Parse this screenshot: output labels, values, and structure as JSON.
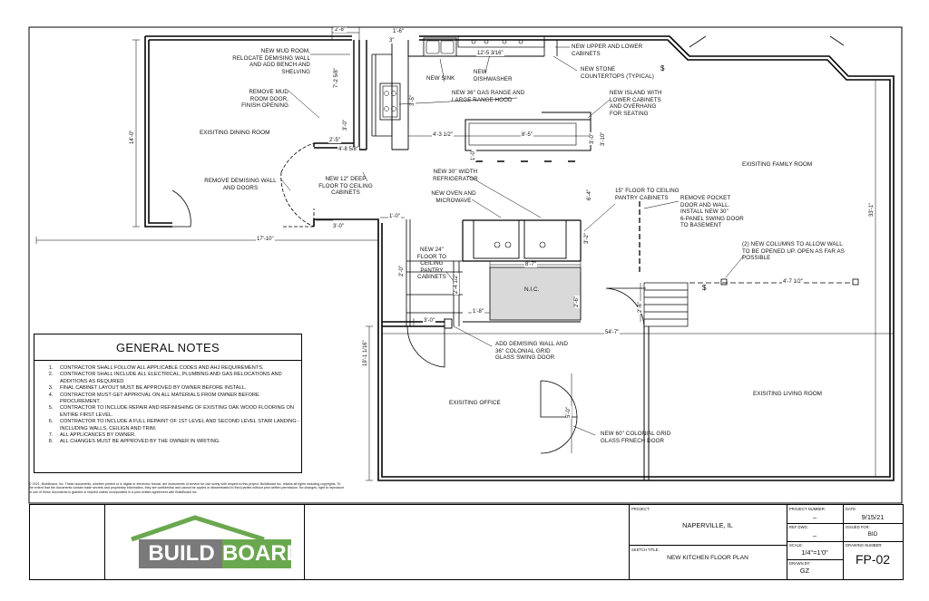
{
  "rooms": {
    "dining": "EXISITING DINING ROOM",
    "family": "EXISITING FAMILY ROOM",
    "office": "EXISITING OFFICE",
    "living": "EXISITING LIVING ROOM",
    "nic": "N.I.C."
  },
  "labels": {
    "mud_room": "NEW MUD ROOM,\nRELOCATE DEMISING WALL\nAND ADD BENCH AND\nSHELVING",
    "remove_mud_door": "REMOVE MUD\nROOM DOOR,\nFINISH OPENING",
    "remove_demising": "REMOVE DEMISING WALL\nAND DOORS",
    "deep_cabinets": "NEW 12\" DEEP\nFLOOR TO CEILING\nCABINETS",
    "new_sink": "NEW SINK",
    "new_dishwasher": "NEW\nDISHWASHER",
    "gas_range": "NEW 36\" GAS RANGE AND\nLARGE RANGE HOOD",
    "upper_lower": "NEW UPPER AND LOWER\nCABINETS",
    "stone_counters": "NEW STONE\nCOUNTERTOPS (TYPICAL)",
    "new_island": "NEW ISLAND WITH\nLOWER CABINETS\nAND  OVERHANG\nFOR SEATING",
    "refrigerator": "NEW 30\" WIDTH\nREFRIGERATOR",
    "oven_micro": "NEW OVEN AND\nMICROWAVE",
    "pantry_15": "15\" FLOOR TO CEILING\nPANTRY CABINETS",
    "pantry_24": "NEW 24\"\nFLOOR TO\nCEILING\nPANTRY\nCABINETS",
    "pocket_door": "REMOVE POCKET\nDOOR AND WALL.\nINSTALL NEW 30\"\n6-PANEL SWING DOOR\nTO BASEMENT",
    "columns": "(2)  NEW COLUMNS TO ALLOW WALL\n     TO  BE OPENED UP.  OPEN AS FAR AS\n     POSSIBLE",
    "demising_door": "ADD DEMISING WALL AND\n36\" COLONIAL GRID\nGLASS SWING DOOR",
    "french_door": "NEW 60\" COLONIAL GRID\nGLASS FRNECH DOOR"
  },
  "dims": {
    "d1": "2'-8\"",
    "d2": "1'-6\"",
    "d3": "3\"",
    "d4": "12'-5 3/16\"",
    "d5": "7'-2 5/8\"",
    "d6": "3'-0\"",
    "d7": "3'-5\"",
    "d8": "2'-5\"",
    "d9": "4'-8 5/8\"",
    "d10": "4'-3 1/2\"",
    "d11": "8'-5\"",
    "d12": "3'-0\"",
    "d13": "3'-10\"",
    "d14": "1'-0\"",
    "d15": "14'-0\"",
    "d16": "3'-0\"",
    "d17": "1'-0\"",
    "d18": "17'-10\"",
    "d19": "6'-4\"",
    "d20": "3'-2\"",
    "d21": "2'-0\"",
    "d22": "8'-7\"",
    "d23": "2'-4 1/2\"",
    "d24": "2'-6\"",
    "d25": "1'-8\"",
    "d26": "2'-6\"",
    "d27": "3'-0\"",
    "d28": "54'-7\"",
    "d29": "19'-1 1/16\"",
    "d30": "33'-1\"",
    "d31": "5'-0\"",
    "d32": "4'-7 1/2\""
  },
  "notes": {
    "title": "GENERAL NOTES",
    "items": [
      "CONTRACTOR SHALL FOLLOW ALL APPLICABLE CODES AND AHJ REQUIREMENTS.",
      "CONTRACTOR SHALL  INCLUDE ALL ELECTRICAL, PLUMBING AND GAS RELOCATIONS AND ADDITIONS AS REQUIRED.",
      "FINAL CABINET LAYOUT MUST BE APPROVED BY OWNER BEFORE INSTALL.",
      "CONTRACTOR MUST GET APPROVAL ON ALL MATERIALS FROM OWNER BEFORE PROCUREMENT.",
      "CONTRACTOR TO INCLUDE  REPAIR AND REFINISHING OF EXISTING OAK WOOD FLOORING ON ENTIRE FIRST LEVEL.",
      "CONTRACTOR TO INCLUDE A FULL REPAINT OF 1ST LEVEL AND SECOND  LEVEL STAIR LANDING - INCLUDING WALLS, CEILIGN AND TRIM.",
      "ALL APPLICANCES BY OWNER.",
      "ALL CHANGES  MUST BE APPROVED BY THE OWNER IN WRITING."
    ]
  },
  "copyright": "© 2021, Buildboard, Inc. These documents, whether printed or in digital or electronic format, are instruments of service for use solely with respect to this project. Buildboard Inc. retains all rights including copyrights. To the extent that the documents contain trade secrets and proprietary information, they are confidential and cannot be copied or disseminated to third parties without prior written permission. No changes, right to reproduce or use of these documents is granted or implied unless incorporated in a prior written agreement with BuildBoard Inc.",
  "title_block": {
    "logo_text_a": "BUILD",
    "logo_text_b": "BOARD",
    "project_label": "PROJECT:",
    "project": "NAPERVILLE, IL",
    "sketch_label": "SKETCH TITLE:",
    "sketch_title": "NEW KITCHEN FLOOR PLAN",
    "project_number_label": "PROJECT NUMBER:",
    "project_number": "–",
    "ref_dwg_label": "REF DWG:",
    "ref_dwg": "–",
    "scale_label": "SCALE:",
    "scale": "1/4\"=1'0\"",
    "drawn_by_label": "DRAWN BY:",
    "drawn_by": "GZ",
    "date_label": "DATE:",
    "date": "9/15/21",
    "issued_label": "ISSUED FOR:",
    "issued": "BID",
    "drawing_number_label": "DRAWING NUMBER:",
    "drawing_number": "FP-02"
  },
  "colors": {
    "logo_green": "#6aa84f",
    "logo_gray": "#7a7a7a",
    "nic_fill": "#d9d9d9"
  }
}
